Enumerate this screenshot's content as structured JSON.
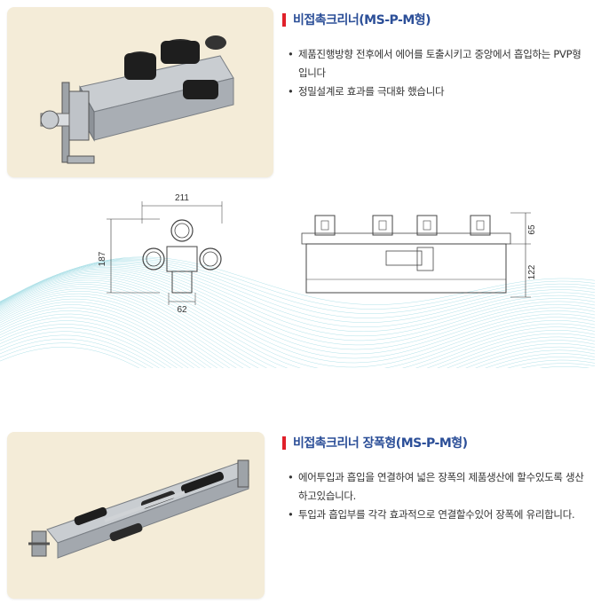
{
  "section1": {
    "title": "비접촉크리너(MS-P-M형)",
    "bullets": [
      "제품진행방향 전후에서 에어를 토출시키고 중앙에서 흡입하는 PVP형입니다",
      "정밀설계로 효과를 극대화 했습니다"
    ],
    "dimensions": {
      "width_top": "211",
      "height_left": "187",
      "width_bottom": "62",
      "height_upper_right": "65",
      "height_lower_right": "122"
    }
  },
  "section2": {
    "title": "비접촉크리너 장폭형(MS-P-M형)",
    "bullets": [
      "에어투입과 흡입을 연결하여 넓은 장폭의 제품생산에 할수있도록 생산하고있습니다.",
      "투입과 흡입부를 각각 효과적으로 연결할수있어 장폭에 유리합니다."
    ]
  },
  "colors": {
    "title_blue": "#2c4f98",
    "title_bar_red": "#e0202a",
    "photo_bg": "#f4ecd8",
    "wave": "#6fc9d6"
  }
}
